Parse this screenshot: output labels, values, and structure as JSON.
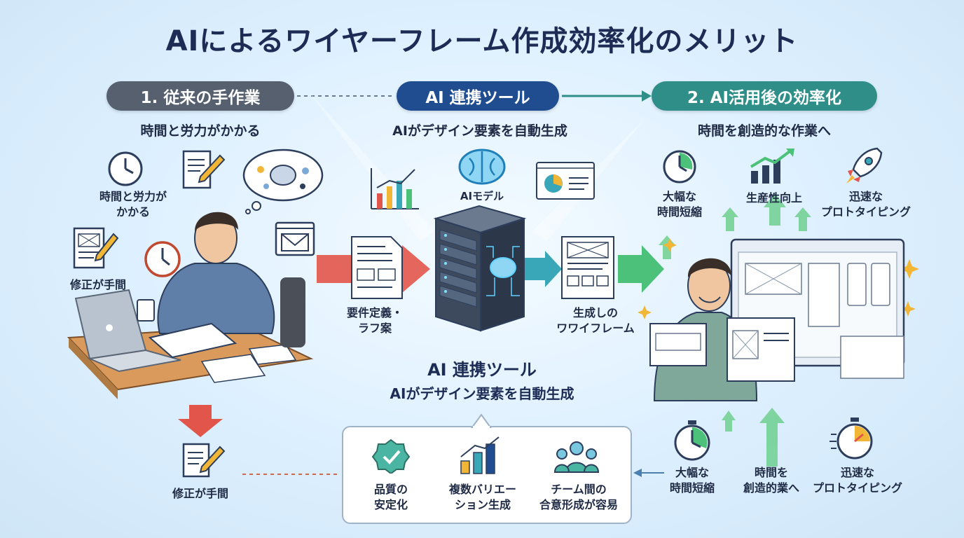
{
  "title": "AIによるワイヤーフレーム作成効率化のメリット",
  "steps": {
    "manual": {
      "label": "1. 従来の手作業",
      "subtitle": "時間と労力がかかる"
    },
    "tool": {
      "label": "AI 連携ツール",
      "subtitle": "AIがデザイン要素を自動生成"
    },
    "after": {
      "label": "2. AI活用後の効率化",
      "subtitle": "時間を創造的な作業へ"
    }
  },
  "left": {
    "time_effort": "時間と労力が\nかかる",
    "fix_effort": "修正が手間",
    "fix_effort_bottom": "修正が手間"
  },
  "center": {
    "ai_model": "AIモデル",
    "input_label": "要件定義・\nラフ案",
    "output_label": "生成しの\nワワイフレーム",
    "tool_title": "AI 連携ツール",
    "tool_subtitle": "AIがデザイン要素を自動生成",
    "benefits": [
      {
        "label": "品質の\n安定化",
        "icon": "check-badge-icon"
      },
      {
        "label": "複数バリエー\nション生成",
        "icon": "bar-chart-icon"
      },
      {
        "label": "チーム間の\n合意形成が容易",
        "icon": "team-icon"
      }
    ]
  },
  "right": {
    "top": [
      {
        "label": "大幅な\n時間短縮",
        "icon": "clock-icon"
      },
      {
        "label": "生産性向上",
        "icon": "growth-chart-icon"
      },
      {
        "label": "迅速な\nプロトタイピング",
        "icon": "rocket-icon"
      }
    ],
    "bottom": [
      {
        "label": "大幅な\n時間短縮",
        "icon": "timer-icon"
      },
      {
        "label": "時間を\n創造的業へ",
        "icon": "up-arrow-icon"
      },
      {
        "label": "迅速な\nプロトタイピング",
        "icon": "stopwatch-icon"
      }
    ]
  },
  "colors": {
    "gray_pill": "#56606e",
    "blue_pill": "#1f4d8f",
    "teal_pill": "#2f8f88",
    "red_arrow": "#e2554a",
    "green_arrow": "#4cc17a"
  }
}
